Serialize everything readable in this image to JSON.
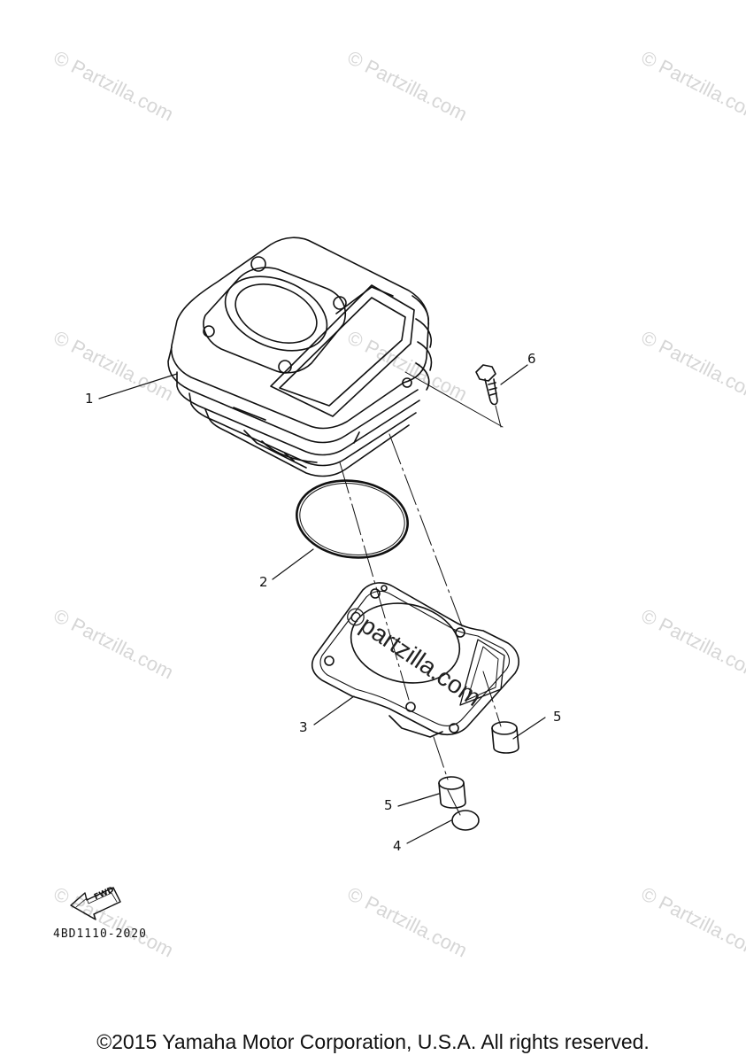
{
  "watermark_text": "© Partzilla.com",
  "center_watermark_text": "©partzilla.com",
  "callouts": {
    "p1": "1",
    "p2": "2",
    "p3": "3",
    "p4": "4",
    "p5a": "5",
    "p5b": "5",
    "p6": "6"
  },
  "fwd_label": "FWD",
  "part_code": "4BD1110-2020",
  "copyright": "©2015 Yamaha Motor Corporation, U.S.A. All rights reserved."
}
